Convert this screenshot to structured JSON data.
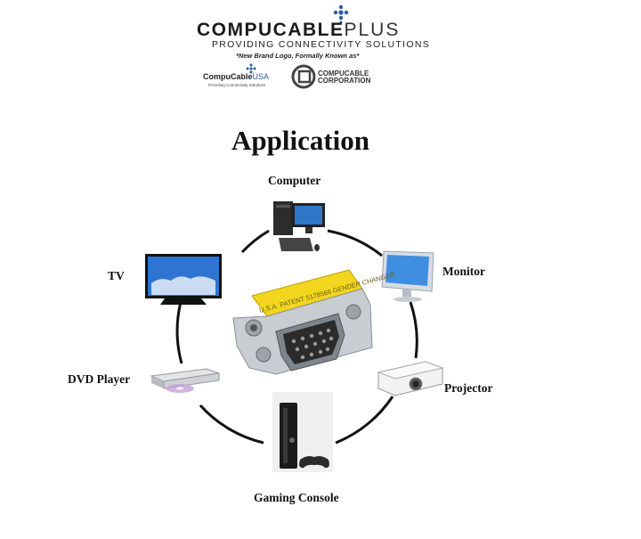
{
  "brand": {
    "logo_main": "COMPUCABLE",
    "logo_plus": "PLUS",
    "tagline": "PROVIDING CONNECTIVITY SOLUTIONS",
    "note": "*New Brand Logo, Formally Known as*",
    "old_logo_1_main": "CompuCable",
    "old_logo_1_suffix": "USA",
    "old_logo_1_sub": "Providing Connectivity Solutions",
    "old_logo_2_line1": "COMPUCABLE",
    "old_logo_2_line2": "CORPORATION"
  },
  "title": "Application",
  "center_item": "VGA gender changer adapter",
  "center_imprint": "U.S.A. PATENT 5178566 GENDER CHANGER",
  "devices": {
    "computer": "Computer",
    "monitor": "Monitor",
    "projector": "Projector",
    "gaming": "Gaming Console",
    "dvd": "DVD Player",
    "tv": "TV"
  },
  "colors": {
    "adapter_yellow": "#f2d61e",
    "brand_blue": "#2a5aa0"
  }
}
